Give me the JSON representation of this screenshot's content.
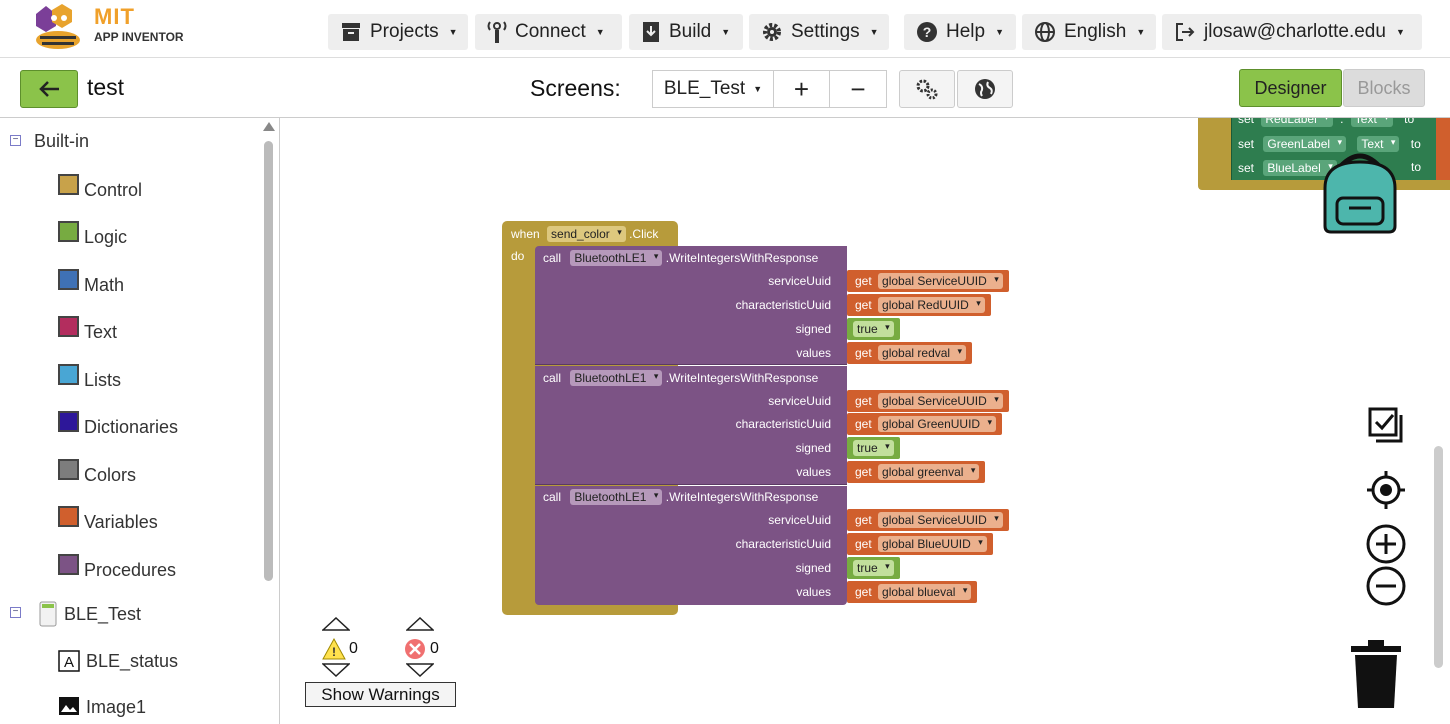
{
  "app": {
    "logo_line1": "MIT",
    "logo_line2": "APP INVENTOR"
  },
  "topnav": [
    {
      "label": "Projects",
      "icon": "archive-icon"
    },
    {
      "label": "Connect",
      "icon": "antenna-icon"
    },
    {
      "label": "Build",
      "icon": "download-box-icon"
    },
    {
      "label": "Settings",
      "icon": "gear-icon"
    },
    {
      "label": "Help",
      "icon": "question-circle-icon"
    },
    {
      "label": "English",
      "icon": "globe-icon"
    },
    {
      "label": "jlosaw@charlotte.edu",
      "icon": "sign-out-icon"
    }
  ],
  "project": {
    "name": "test"
  },
  "screens": {
    "label": "Screens:",
    "current": "BLE_Test",
    "add": "+",
    "remove": "−"
  },
  "view": {
    "designer": "Designer",
    "blocks": "Blocks"
  },
  "sidebar": {
    "builtin_label": "Built-in",
    "builtin": [
      {
        "label": "Control",
        "color": "#c8a24a"
      },
      {
        "label": "Logic",
        "color": "#77ab41"
      },
      {
        "label": "Math",
        "color": "#3f71b5"
      },
      {
        "label": "Text",
        "color": "#b32d5e"
      },
      {
        "label": "Lists",
        "color": "#49a6d4"
      },
      {
        "label": "Dictionaries",
        "color": "#2d1799"
      },
      {
        "label": "Colors",
        "color": "#7d7d7d"
      },
      {
        "label": "Variables",
        "color": "#d05f2d"
      },
      {
        "label": "Procedures",
        "color": "#7c5385"
      }
    ],
    "screen_label": "BLE_Test",
    "components": [
      {
        "label": "BLE_status",
        "icon": "label-icon"
      },
      {
        "label": "Image1",
        "icon": "image-icon"
      }
    ]
  },
  "blocks": {
    "event": {
      "when": "when",
      "component": "send_color",
      "event": ".Click",
      "do": "do"
    },
    "calls": [
      {
        "call": "call",
        "component": "BluetoothLE1",
        "method": ".WriteIntegersWithResponse",
        "params": [
          {
            "name": "serviceUuid",
            "get": "get",
            "var": "global ServiceUUID"
          },
          {
            "name": "characteristicUuid",
            "get": "get",
            "var": "global RedUUID"
          },
          {
            "name": "signed",
            "bool": "true"
          },
          {
            "name": "values",
            "get": "get",
            "var": "global redval"
          }
        ]
      },
      {
        "call": "call",
        "component": "BluetoothLE1",
        "method": ".WriteIntegersWithResponse",
        "params": [
          {
            "name": "serviceUuid",
            "get": "get",
            "var": "global ServiceUUID"
          },
          {
            "name": "characteristicUuid",
            "get": "get",
            "var": "global GreenUUID"
          },
          {
            "name": "signed",
            "bool": "true"
          },
          {
            "name": "values",
            "get": "get",
            "var": "global greenval"
          }
        ]
      },
      {
        "call": "call",
        "component": "BluetoothLE1",
        "method": ".WriteIntegersWithResponse",
        "params": [
          {
            "name": "serviceUuid",
            "get": "get",
            "var": "global ServiceUUID"
          },
          {
            "name": "characteristicUuid",
            "get": "get",
            "var": "global BlueUUID"
          },
          {
            "name": "signed",
            "bool": "true"
          },
          {
            "name": "values",
            "get": "get",
            "var": "global blueval"
          }
        ]
      }
    ],
    "topright": [
      {
        "set": "set",
        "component": "RedLabel",
        "prop": "Text",
        "to": "to",
        "dot": "."
      },
      {
        "set": "set",
        "component": "GreenLabel",
        "prop": "Text",
        "to": "to"
      },
      {
        "set": "set",
        "component": "BlueLabel",
        "to": "to"
      }
    ]
  },
  "warnings": {
    "warn_count": "0",
    "error_count": "0",
    "button": "Show Warnings"
  }
}
